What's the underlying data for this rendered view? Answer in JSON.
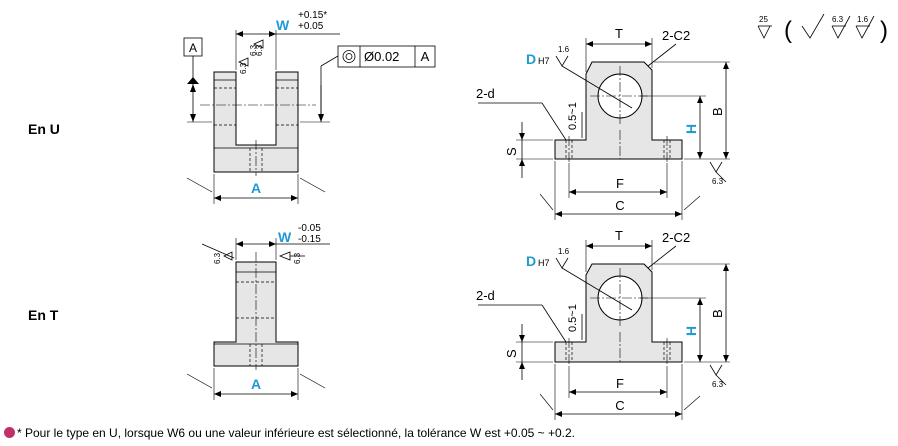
{
  "type_u": {
    "label": "En U",
    "datum_box": "A",
    "w": "W",
    "w_tol_upper": "+0.15*",
    "w_tol_lower": "+0.05",
    "rough_side_l": "6.3",
    "rough_side_r": "6.3",
    "rough_top": "6.3",
    "gdt_value": "Ø0.02",
    "gdt_datum": "A",
    "a": "A"
  },
  "type_t": {
    "label": "En T",
    "w": "W",
    "w_tol_upper": "-0.05",
    "w_tol_lower": "-0.15",
    "rough_l": "6.3",
    "rough_r": "6.3",
    "a": "A"
  },
  "front": {
    "t": "T",
    "c2": "2-C2",
    "d": "D",
    "h7": "H7",
    "rough_bore": "1.6",
    "two_d": "2-d",
    "chamfer": "0.5~1",
    "s": "S",
    "h": "H",
    "b": "B",
    "f": "F",
    "c": "C",
    "rough_base": "6.3"
  },
  "legend": {
    "r1": "25",
    "r2": "6.3",
    "r3": "1.6",
    "open": "(",
    "close": ")"
  },
  "footnote": {
    "text": "* Pour le type en U, lorsque W6 ou une valeur inférieure est sélectionné, la tolérance W est +0.05 ~ +0.2."
  },
  "colors": {
    "accent": "#1e9ad6",
    "fill": "#e6e6e6",
    "badge": "#c0306a"
  }
}
